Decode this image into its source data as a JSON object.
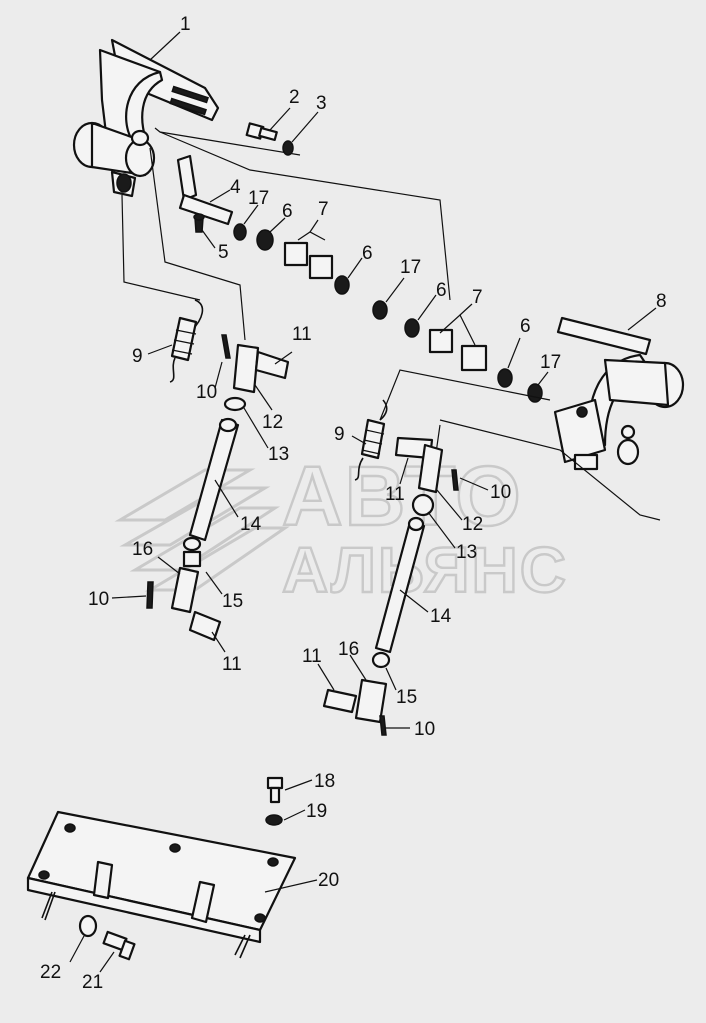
{
  "watermark": {
    "line1": "АВТО",
    "line2": "АЛЬЯНС"
  },
  "callouts": [
    {
      "id": "c1",
      "text": "1"
    },
    {
      "id": "c2",
      "text": "2"
    },
    {
      "id": "c3",
      "text": "3"
    },
    {
      "id": "c4",
      "text": "4"
    },
    {
      "id": "c5",
      "text": "5"
    },
    {
      "id": "c17a",
      "text": "17"
    },
    {
      "id": "c6a",
      "text": "6"
    },
    {
      "id": "c7a",
      "text": "7"
    },
    {
      "id": "c6b",
      "text": "6"
    },
    {
      "id": "c17b",
      "text": "17"
    },
    {
      "id": "c6c",
      "text": "6"
    },
    {
      "id": "c7b",
      "text": "7"
    },
    {
      "id": "c8",
      "text": "8"
    },
    {
      "id": "c6d",
      "text": "6"
    },
    {
      "id": "c17c",
      "text": "17"
    },
    {
      "id": "c9a",
      "text": "9"
    },
    {
      "id": "c11a",
      "text": "11"
    },
    {
      "id": "c10a",
      "text": "10"
    },
    {
      "id": "c12a",
      "text": "12"
    },
    {
      "id": "c13a",
      "text": "13"
    },
    {
      "id": "c14a",
      "text": "14"
    },
    {
      "id": "c16a",
      "text": "16"
    },
    {
      "id": "c15a",
      "text": "15"
    },
    {
      "id": "c10b",
      "text": "10"
    },
    {
      "id": "c11b",
      "text": "11"
    },
    {
      "id": "c9b",
      "text": "9"
    },
    {
      "id": "c11c",
      "text": "11"
    },
    {
      "id": "c10c",
      "text": "10"
    },
    {
      "id": "c12b",
      "text": "12"
    },
    {
      "id": "c13b",
      "text": "13"
    },
    {
      "id": "c14b",
      "text": "14"
    },
    {
      "id": "c11d",
      "text": "11"
    },
    {
      "id": "c16b",
      "text": "16"
    },
    {
      "id": "c15b",
      "text": "15"
    },
    {
      "id": "c10d",
      "text": "10"
    },
    {
      "id": "c18",
      "text": "18"
    },
    {
      "id": "c19",
      "text": "19"
    },
    {
      "id": "c20",
      "text": "20"
    },
    {
      "id": "c22",
      "text": "22"
    },
    {
      "id": "c21",
      "text": "21"
    }
  ]
}
